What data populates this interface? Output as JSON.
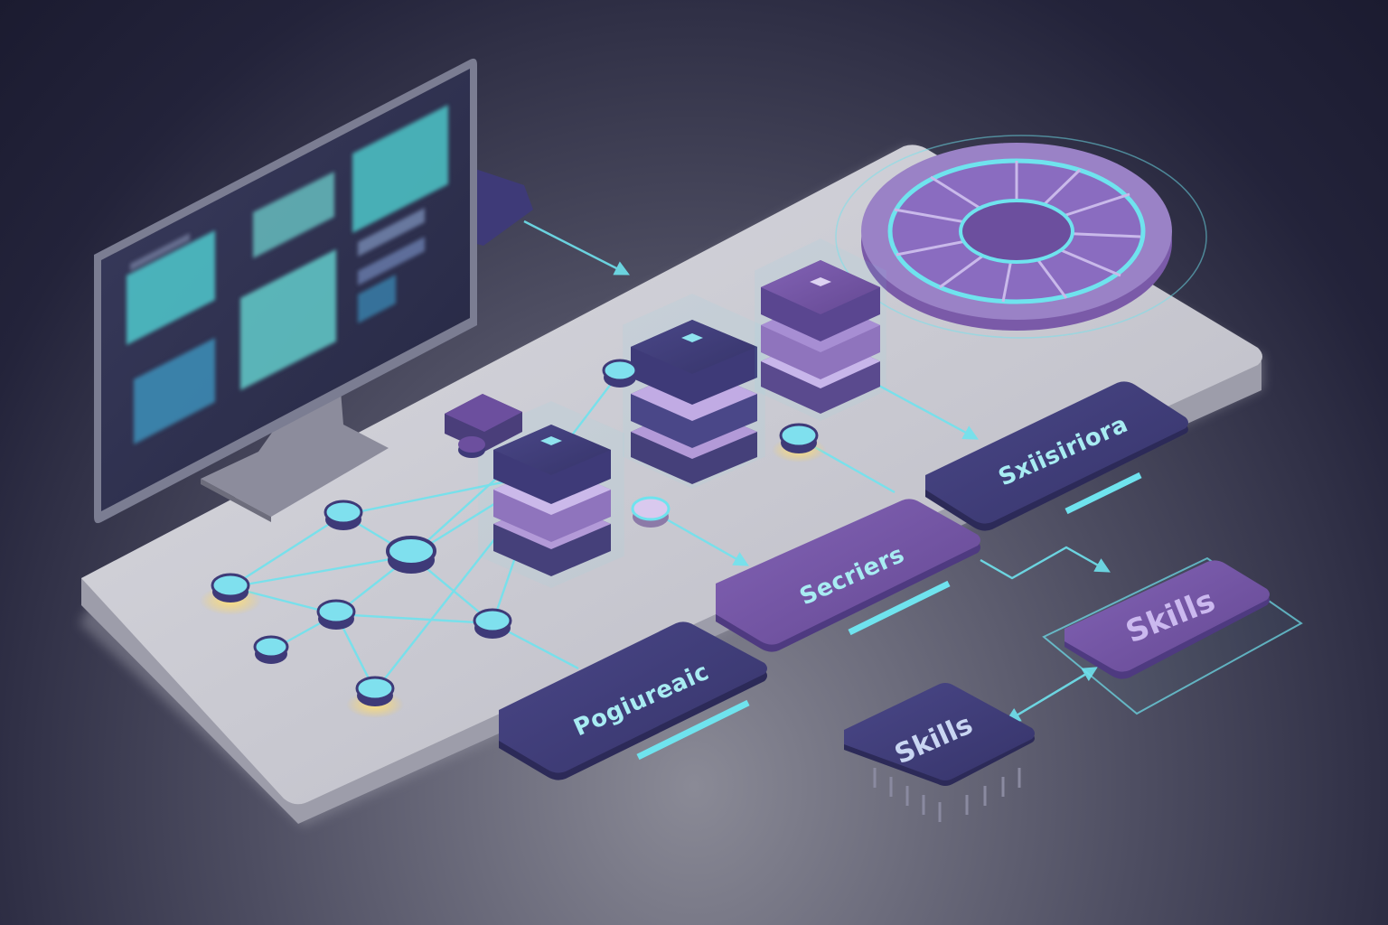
{
  "colors": {
    "accent_cyan": "#6fe3ee",
    "card_navy": "#3c3a72",
    "card_purple": "#6c4f9e",
    "platform": "#cfcfd6",
    "glow_yellow": "#ffd35a"
  },
  "modules": {
    "skisiriora_label": "Sxiisiriora",
    "secriers_label": "Secriers",
    "pogiureaic_label": "Pogiureaic",
    "skills_upper_label": "Skills",
    "skills_chip_label": "Skills"
  },
  "icons": [
    "monitor-icon",
    "dial-icon",
    "server-stack-icon",
    "network-node-icon",
    "chip-icon"
  ]
}
